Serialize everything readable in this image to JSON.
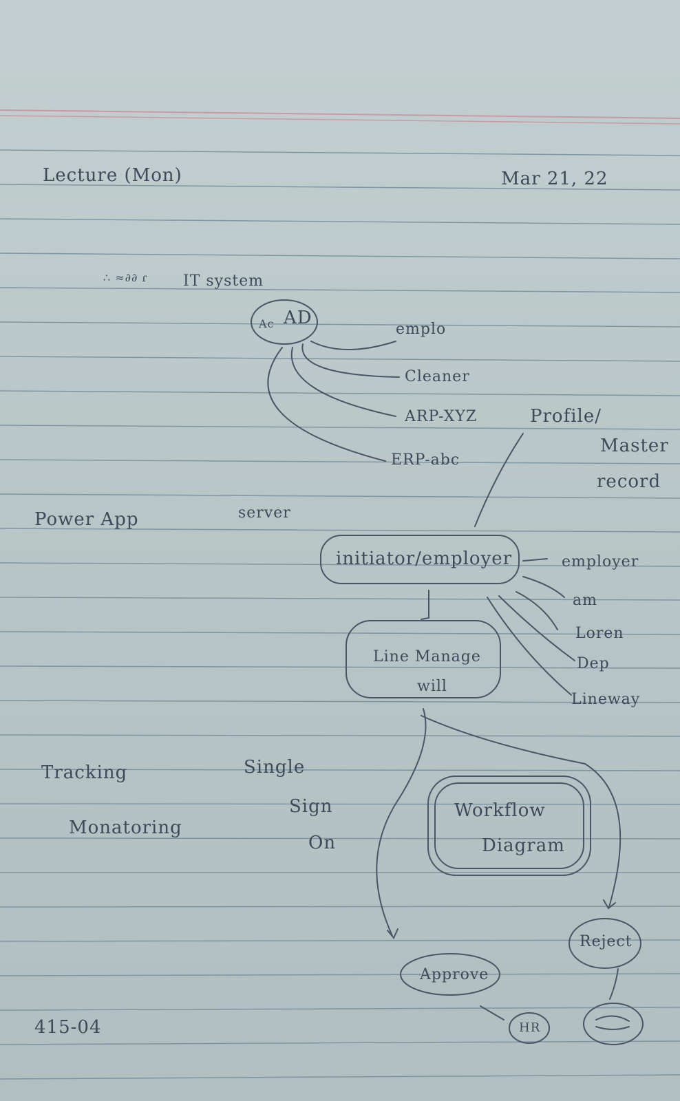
{
  "header": {
    "title": "Lecture (Mon)",
    "date": "Mar 21, 22"
  },
  "notes": {
    "it_system": "IT system",
    "ad_node": {
      "prefix": "Ac",
      "label": "AD"
    },
    "branches": [
      "emplo",
      "Cleaner",
      "ARP-XYZ",
      "ERP-abc"
    ],
    "profile": "Profile/",
    "master": "Master",
    "record": "record",
    "power_app": "Power App",
    "server": "server",
    "initiator": "initiator/employer",
    "employer_right": "employer",
    "fields": [
      "am",
      "Loren",
      "Dep",
      "Lineway"
    ],
    "line_manager": "Line Manage",
    "line_manager_2": "will",
    "tracking": "Tracking",
    "monitoring": "Monatoring",
    "single": "Single",
    "sign": "Sign",
    "on": "On",
    "workflow": "Workflow",
    "diagram": "Diagram",
    "approve": "Approve",
    "reject": "Reject",
    "hr": "HR",
    "footer_code": "415-04"
  }
}
